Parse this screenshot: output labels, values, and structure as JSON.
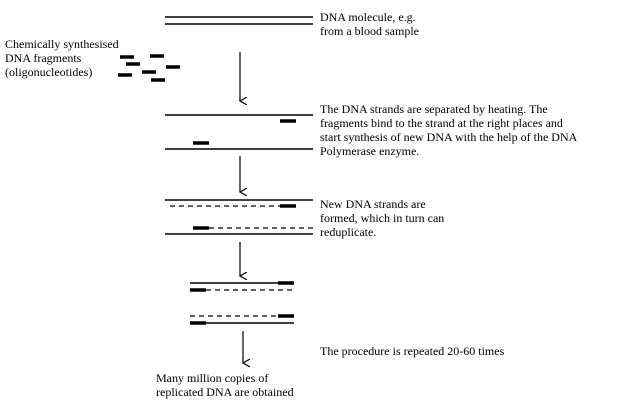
{
  "labels": {
    "dna_molecule": [
      "DNA molecule, e.g.",
      "from a blood sample"
    ],
    "fragments": [
      "Chemically synthesised",
      "DNA fragments",
      "(oligonucleotides)"
    ],
    "step_separation": [
      "The DNA strands are separated by heating. The",
      "fragments bind to the strand at the right places and",
      "start synthesis of new DNA with the help of the DNA",
      "Polymerase enzyme."
    ],
    "step_new_strands": [
      "New DNA strands are",
      "formed, which in turn can",
      "reduplicate."
    ],
    "repeat": "The procedure is repeated 20-60 times",
    "result": [
      "Many million copies of",
      "replicated DNA are obtained"
    ]
  },
  "colors": {
    "ink": "#000000",
    "background": "#ffffff"
  }
}
